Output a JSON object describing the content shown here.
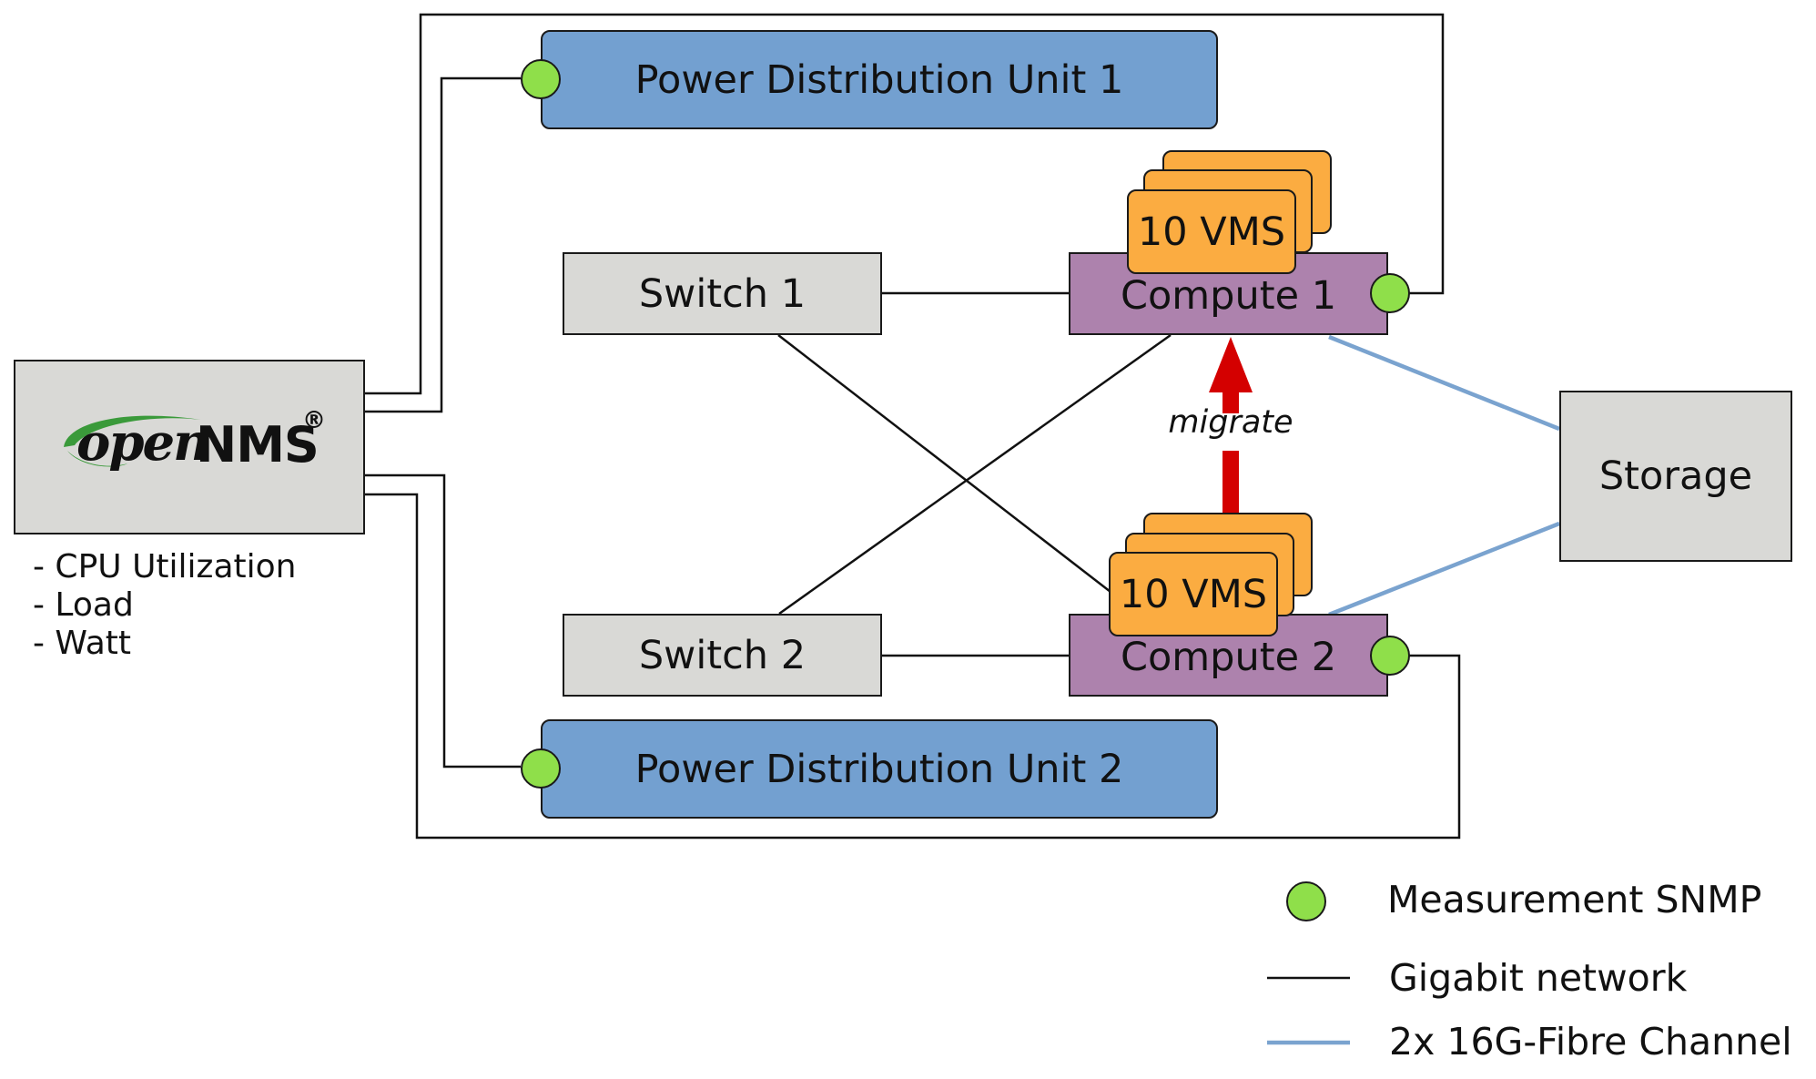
{
  "nodes": {
    "pdu1": "Power Distribution Unit 1",
    "pdu2": "Power Distribution Unit 2",
    "switch1": "Switch 1",
    "switch2": "Switch 2",
    "compute1": "Compute 1",
    "compute2": "Compute 2",
    "storage": "Storage",
    "vms1": "10 VMS",
    "vms2": "10 VMS"
  },
  "logo": {
    "open": "open",
    "nms": "NMS",
    "reg": "®"
  },
  "metrics": [
    "- CPU Utilization",
    "- Load",
    "- Watt"
  ],
  "arrow_label": "migrate",
  "legend": {
    "measurement": "Measurement SNMP",
    "gigabit": "Gigabit network",
    "fibre": "2x 16G-Fibre Channel"
  },
  "colors": {
    "pdu": "#73a0d0",
    "compute": "#ad82ad",
    "vm": "#fbac41",
    "node_gray": "#d9d9d6",
    "snmp_dot": "#8fdf4a",
    "fibre": "#7aa3cf",
    "migrate_arrow": "#d40000",
    "logo_swoosh": "#3a9a3a"
  }
}
